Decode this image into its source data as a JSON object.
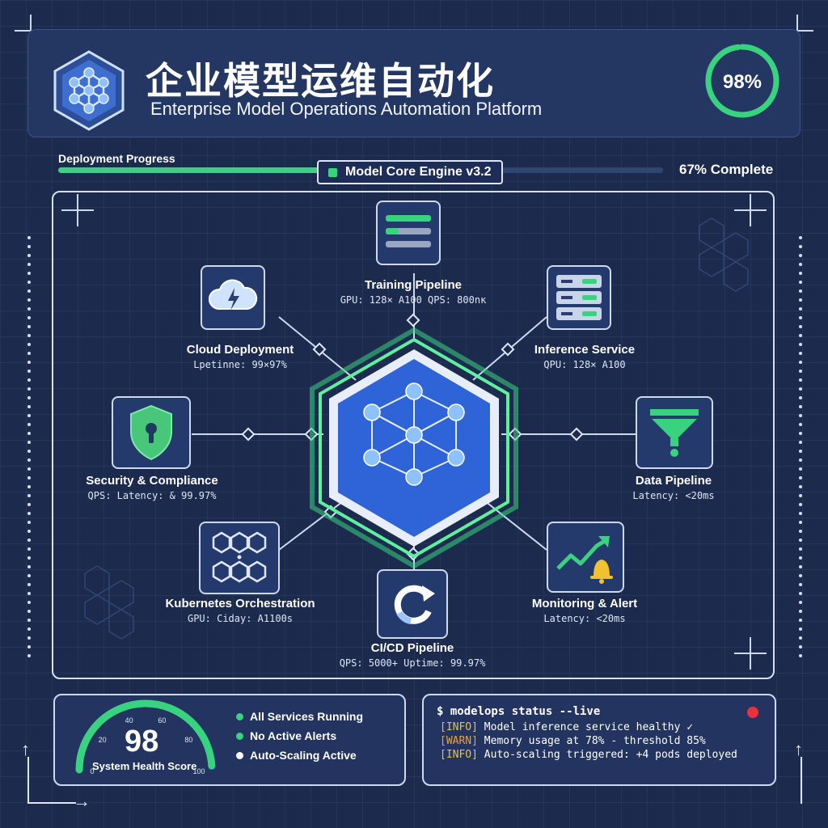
{
  "header": {
    "title_zh": "企业模型运维自动化",
    "title_en": "Enterprise Model Operations Automation Platform",
    "ring_value": "98%",
    "ring_fraction": 0.98
  },
  "deployment": {
    "label": "Deployment Progress",
    "percent_text": "67% Complete",
    "fraction": 0.67,
    "engine_label": "Model Core Engine v3.2"
  },
  "nodes": {
    "training": {
      "title": "Training Pipeline",
      "sub": "GPU: 128× A100 QPS: 800nκ"
    },
    "cloud": {
      "title": "Cloud Deployment",
      "sub": "Lpetinne: 99×97%"
    },
    "inference": {
      "title": "Inference Service",
      "sub": "QPU: 128× A100"
    },
    "security": {
      "title": "Security & Compliance",
      "sub": "QPS: Latency: & 99.97%"
    },
    "data": {
      "title": "Data Pipeline",
      "sub": "Latency: <20ms"
    },
    "kubernetes": {
      "title": "Kubernetes Orchestration",
      "sub": "GPU: Ciday: A1100s"
    },
    "monitoring": {
      "title": "Monitoring & Alert",
      "sub": "Latency: <20ms"
    },
    "cicd": {
      "title": "CI/CD Pipeline",
      "sub": "QPS: 5000+  Uptime: 99.97%"
    }
  },
  "health": {
    "score": "98",
    "label": "System Health Score",
    "gauge_fraction": 0.98,
    "ticks": [
      "0",
      "20",
      "40",
      "60",
      "80",
      "100"
    ],
    "status": [
      {
        "text": "All Services Running",
        "color": "#39d37f"
      },
      {
        "text": "No Active Alerts",
        "color": "#39d37f"
      },
      {
        "text": "Auto-Scaling Active",
        "color": "#ffffff"
      }
    ]
  },
  "terminal": {
    "command": "$ modelops status --live",
    "lines": [
      {
        "tag": "[INFO]",
        "text": " Model inference service healthy ✓"
      },
      {
        "tag": "[WARN]",
        "text": " Memory usage at 78% - threshold 85%"
      },
      {
        "tag": "[INFO]",
        "text": " Auto-scaling triggered: +4 pods deployed"
      }
    ]
  },
  "colors": {
    "accent": "#39d37f",
    "core_blue": "#2f63d8",
    "alert_dot": "#e8323c"
  }
}
